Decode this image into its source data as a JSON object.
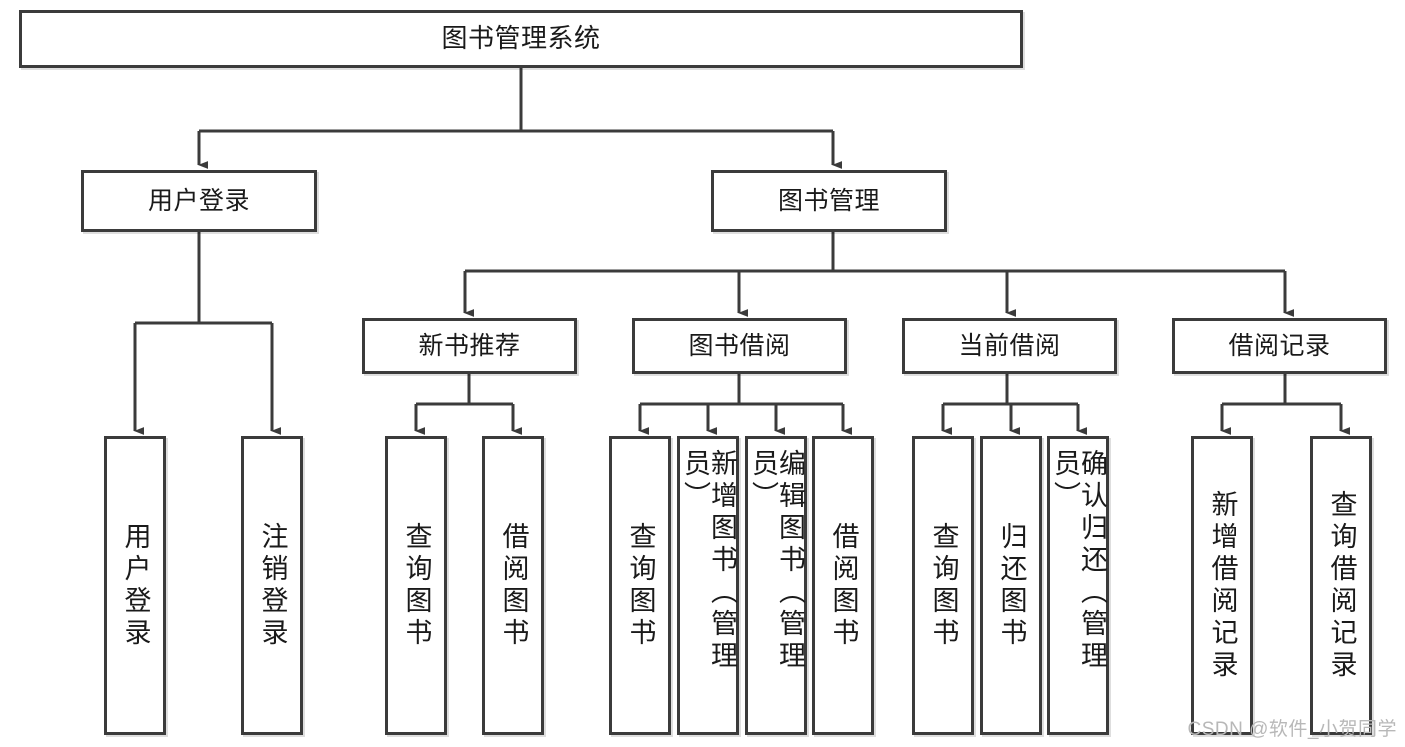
{
  "diagram": {
    "title": "图书管理系统",
    "type": "tree-hierarchy-diagram",
    "colors": {
      "background": "#ffffff",
      "box_border": "#3b3b3b",
      "box_fill": "#ffffff",
      "edge": "#3b3b3b",
      "text": "#1a1a1a",
      "watermark": "#b8b8b8"
    },
    "root": {
      "label": "图书管理系统"
    },
    "level1": [
      {
        "label": "用户登录"
      },
      {
        "label": "图书管理"
      }
    ],
    "level2": [
      {
        "label": "新书推荐"
      },
      {
        "label": "图书借阅"
      },
      {
        "label": "当前借阅"
      },
      {
        "label": "借阅记录"
      }
    ],
    "leaves": {
      "user_login": [
        {
          "label": "用户登录"
        },
        {
          "label": "注销登录"
        }
      ],
      "new_book_recommend": [
        {
          "label": "查询图书"
        },
        {
          "label": "借阅图书"
        }
      ],
      "book_borrow": [
        {
          "label": "查询图书"
        },
        {
          "label": "新增图书（管理员）"
        },
        {
          "label": "编辑图书（管理员）"
        },
        {
          "label": "借阅图书"
        }
      ],
      "current_borrow": [
        {
          "label": "查询图书"
        },
        {
          "label": "归还图书"
        },
        {
          "label": "确认归还（管理员）"
        }
      ],
      "borrow_record": [
        {
          "label": "新增借阅记录"
        },
        {
          "label": "查询借阅记录"
        }
      ]
    }
  },
  "watermark": {
    "text": "CSDN @软件_小贺同学"
  }
}
